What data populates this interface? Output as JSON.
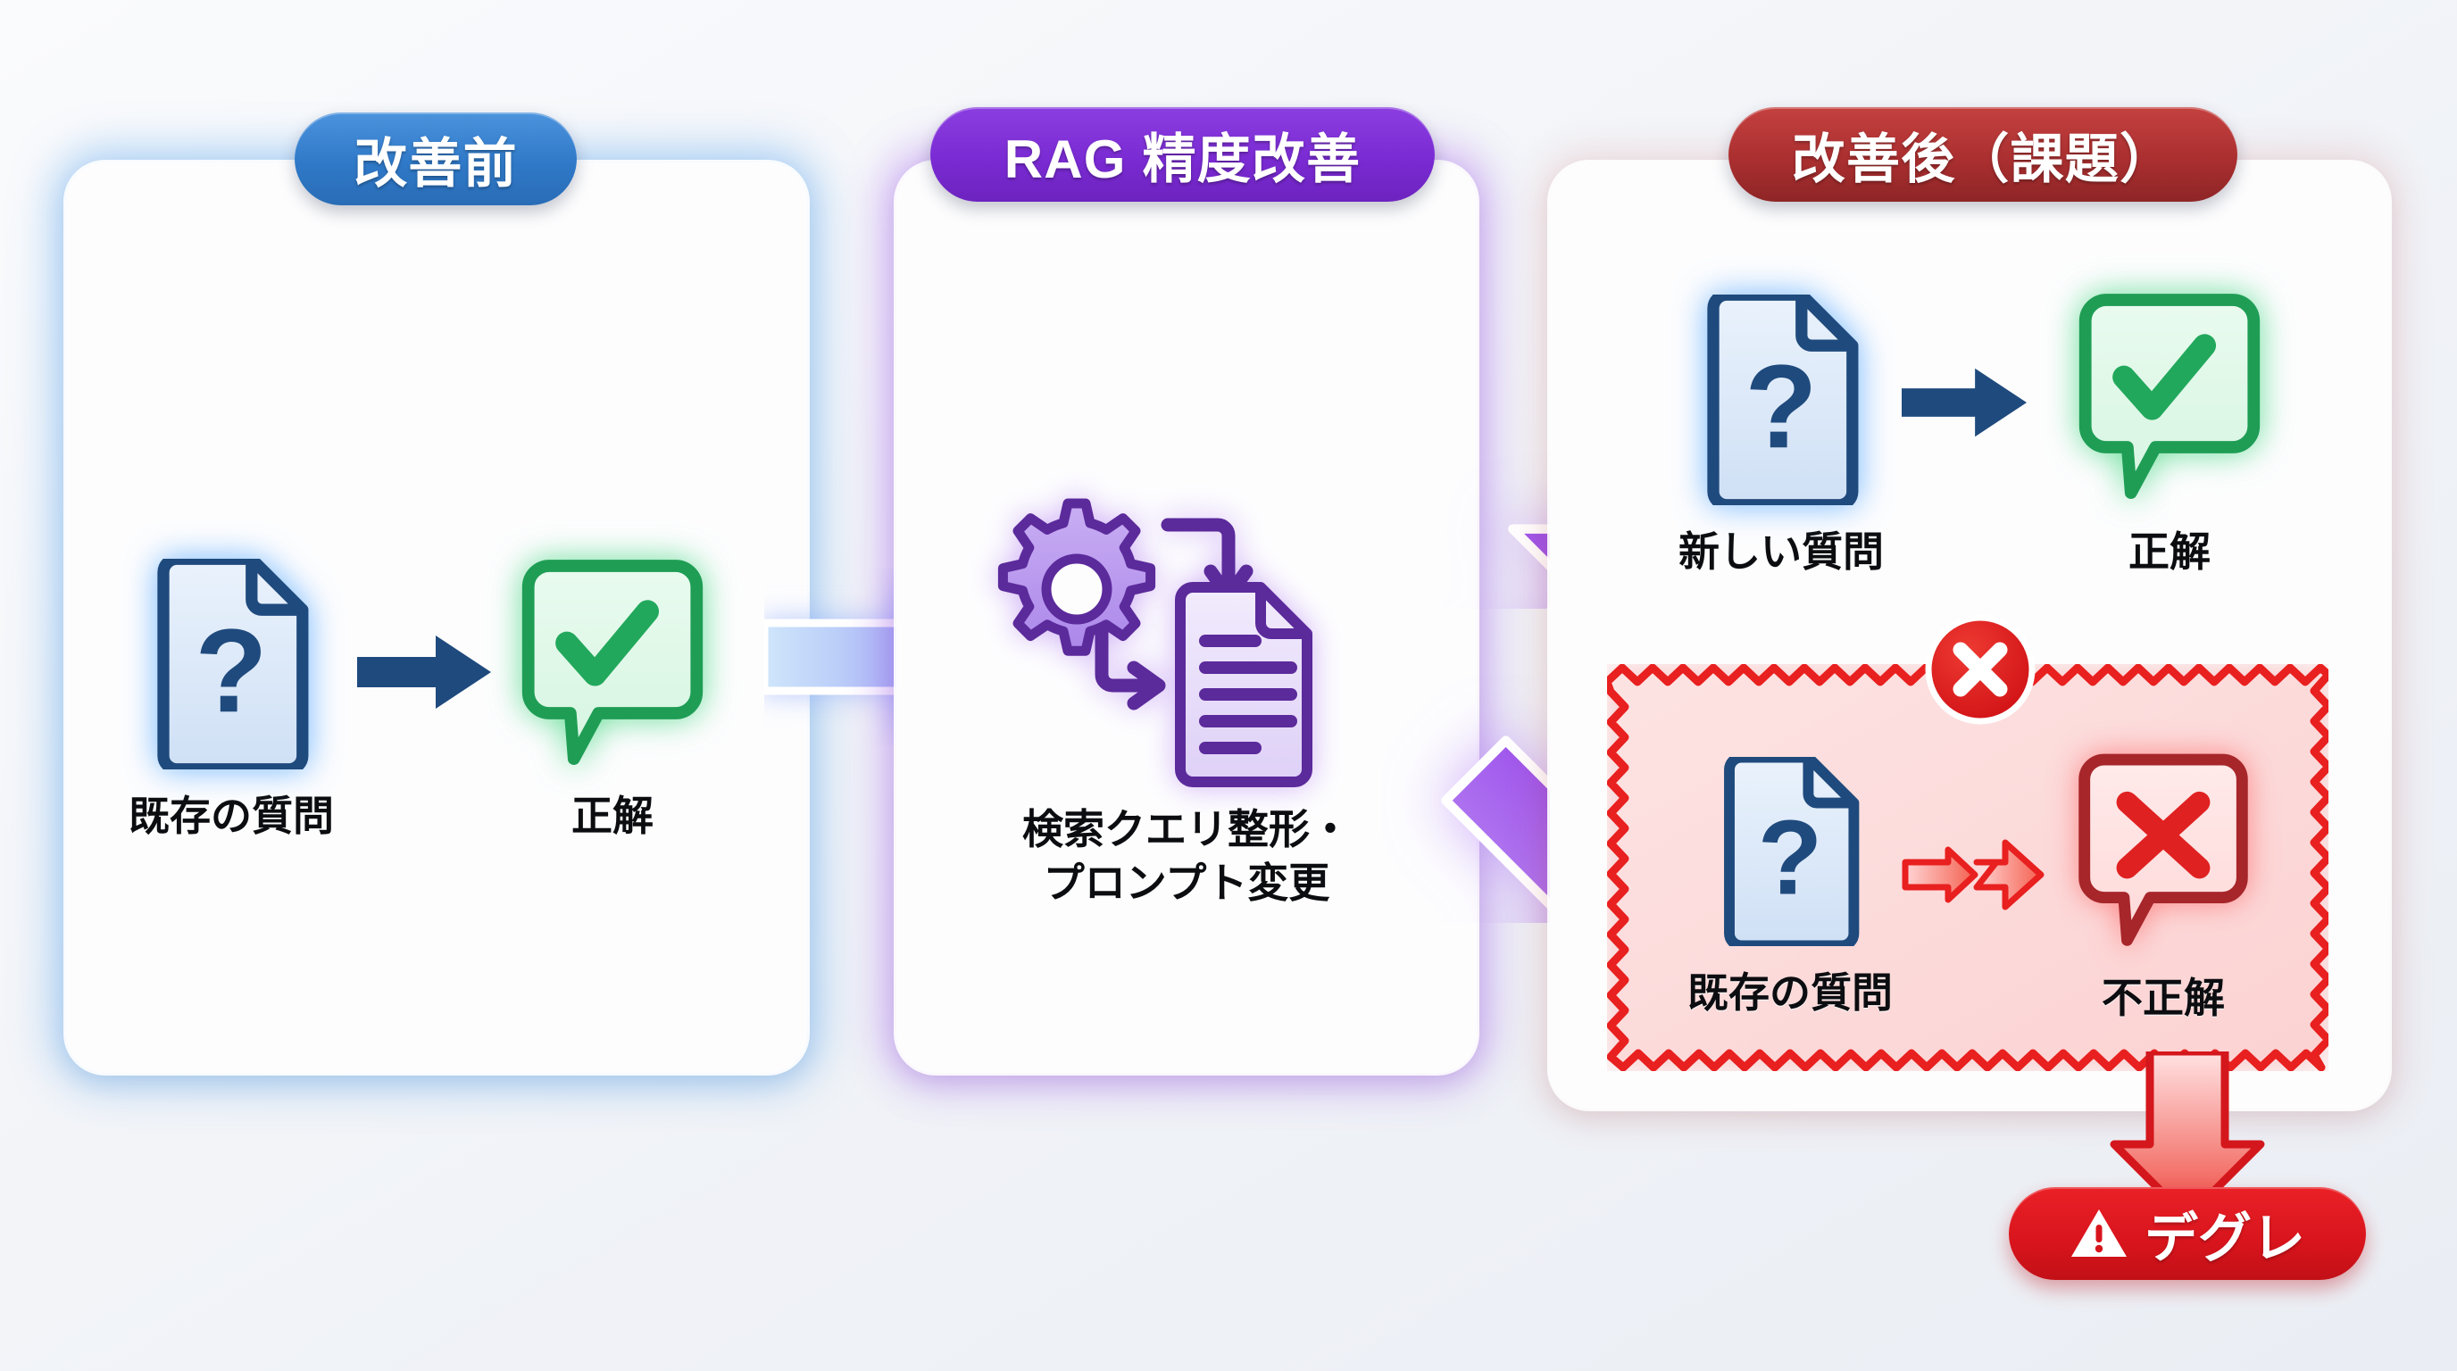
{
  "theme": {
    "background": "#f2f4f8",
    "blue": "#2f79c8",
    "purple": "#7a2bd3",
    "dark_red": "#ab2f30",
    "alert_red": "#e8201f",
    "green": "#1f9d55",
    "navy": "#1f4a7d",
    "doc_fill": "#dbe8f8"
  },
  "panels": [
    {
      "id": "before",
      "badge": "改善前",
      "badge_color": "#2f79c8",
      "nodes": [
        {
          "icon": "document-question-icon",
          "label": "既存の質問"
        },
        {
          "icon": "arrow-right-icon",
          "label": ""
        },
        {
          "icon": "speech-bubble-check-icon",
          "label": "正解"
        }
      ]
    },
    {
      "id": "rag",
      "badge": "RAG 精度改善",
      "badge_color": "#7a2bd3",
      "caption_line1": "検索クエリ整形・",
      "caption_line2": "プロンプト変更",
      "nodes": [
        {
          "icon": "gear-icon",
          "label": ""
        },
        {
          "icon": "document-lines-icon",
          "label": ""
        },
        {
          "icon": "curved-arrow-icon",
          "label": ""
        }
      ]
    },
    {
      "id": "after",
      "badge": "改善後（課題）",
      "badge_color": "#ab2f30",
      "success_row": [
        {
          "icon": "document-question-icon",
          "label": "新しい質問"
        },
        {
          "icon": "arrow-right-icon",
          "label": ""
        },
        {
          "icon": "speech-bubble-check-icon",
          "label": "正解"
        }
      ],
      "alert_row": [
        {
          "icon": "document-question-icon",
          "label": "既存の質問"
        },
        {
          "icon": "arrow-right-outline-icon",
          "label": ""
        },
        {
          "icon": "speech-bubble-cross-icon",
          "label": "不正解"
        }
      ],
      "alert_marker": "circle-cross-icon",
      "alert_border": "#e8201f",
      "alert_fill": "#fddede"
    }
  ],
  "connectors": [
    {
      "name": "before-to-rag",
      "style": "block-arrow-right",
      "from": "before",
      "to": "rag"
    },
    {
      "name": "rag-to-success",
      "style": "block-arrow-up-right",
      "from": "rag",
      "to": "after-success"
    },
    {
      "name": "rag-to-alert",
      "style": "block-arrow-down-right",
      "from": "rag",
      "to": "after-alert"
    },
    {
      "name": "alert-to-degrade",
      "style": "block-arrow-down",
      "from": "after-alert",
      "to": "degrade"
    }
  ],
  "outcome": {
    "label": "デグレ",
    "icon": "warning-triangle-icon",
    "color": "#d8141c"
  }
}
